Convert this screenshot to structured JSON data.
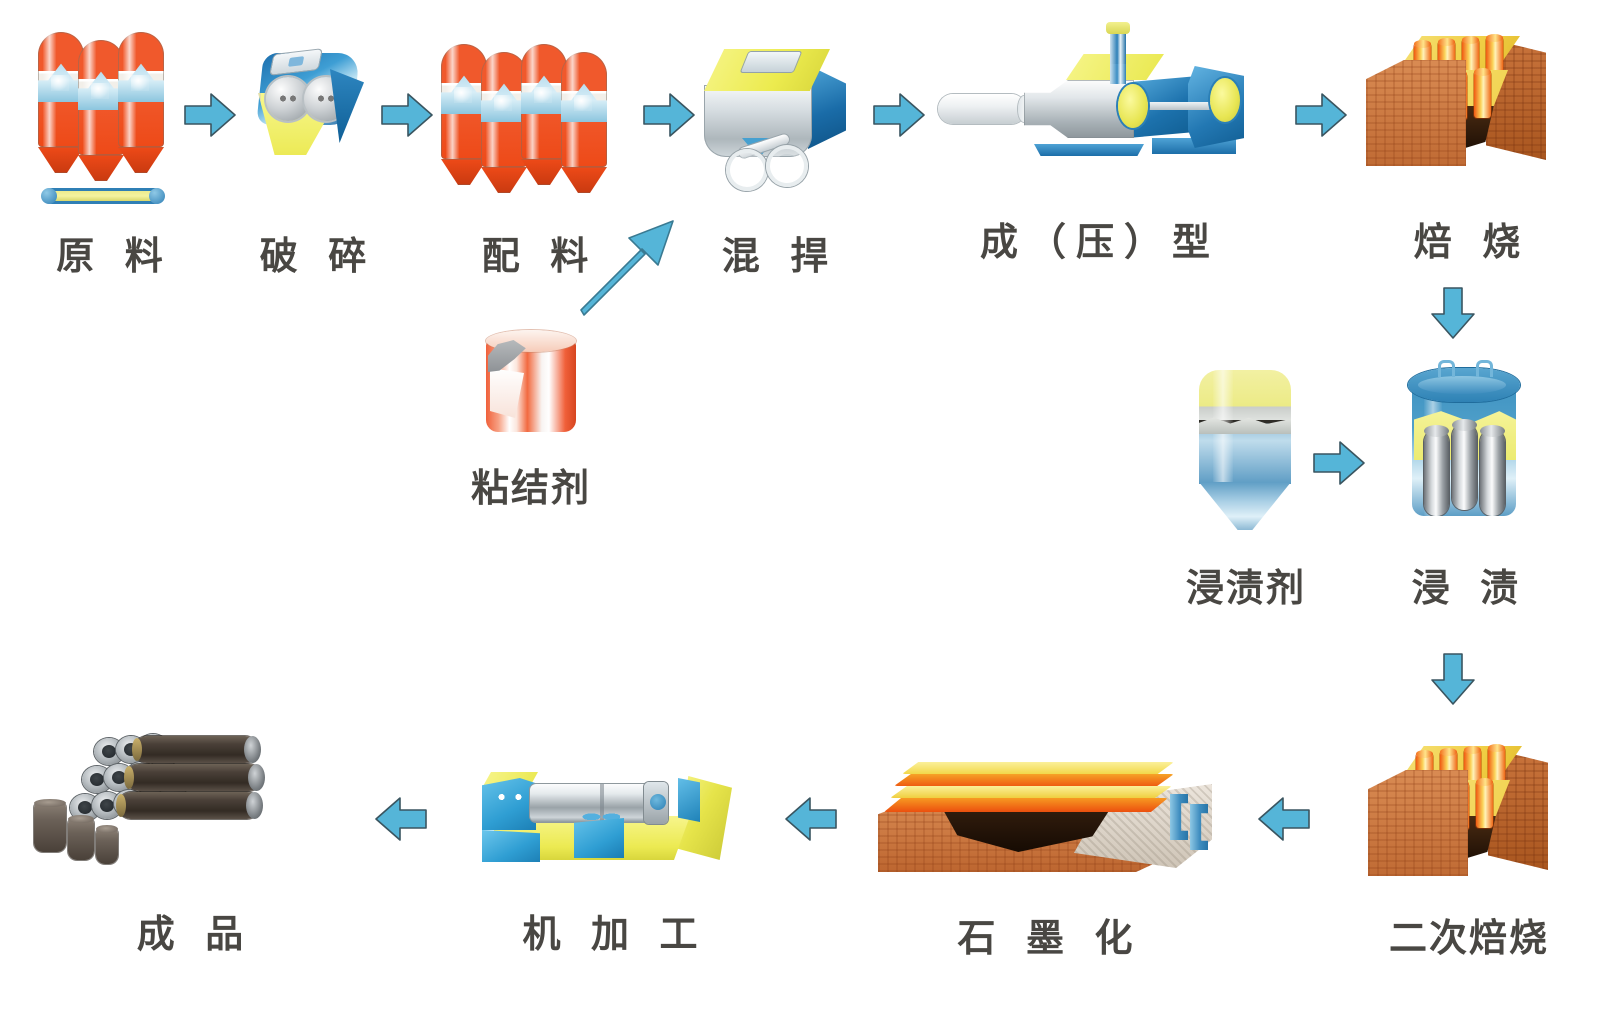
{
  "diagram": {
    "title": "",
    "type": "process-flow",
    "subject": "graphite electrode manufacturing process",
    "accent_color": "#55b5d8",
    "label_color": "#494743",
    "background": "#ffffff"
  },
  "nodes": [
    {
      "id": "raw-material",
      "label": "原 料",
      "icon": "silo-stack-icon"
    },
    {
      "id": "crushing",
      "label": "破 碎",
      "icon": "roll-crusher-icon"
    },
    {
      "id": "batching",
      "label": "配 料",
      "icon": "silo-bank-icon"
    },
    {
      "id": "kneading",
      "label": "混 捍",
      "icon": "kneader-icon"
    },
    {
      "id": "forming-pressing",
      "label": "成（压）型",
      "icon": "extrusion-press-icon"
    },
    {
      "id": "baking",
      "label": "焙 烧",
      "icon": "ring-kiln-icon"
    },
    {
      "id": "binder",
      "label": "粘结剂",
      "icon": "binder-drum-icon"
    },
    {
      "id": "impregnating-agent",
      "label": "浸渍剂",
      "icon": "pitch-tank-icon"
    },
    {
      "id": "impregnation",
      "label": "浸 渍",
      "icon": "impregnation-vessel-icon"
    },
    {
      "id": "rebaking",
      "label": "二次焙烧",
      "icon": "ring-kiln-icon"
    },
    {
      "id": "graphitization",
      "label": "石 墨 化",
      "icon": "graphitization-furnace-icon"
    },
    {
      "id": "machining",
      "label": "机 加 工",
      "icon": "lathe-icon"
    },
    {
      "id": "finished-product",
      "label": "成 品",
      "icon": "electrode-stack-icon"
    }
  ],
  "arrows": [
    {
      "id": "a1",
      "from": "raw-material",
      "to": "crushing",
      "direction": "right"
    },
    {
      "id": "a2",
      "from": "crushing",
      "to": "batching",
      "direction": "right"
    },
    {
      "id": "a3",
      "from": "batching",
      "to": "kneading",
      "direction": "right"
    },
    {
      "id": "a4",
      "from": "binder",
      "to": "kneading",
      "direction": "diagonal-up-right"
    },
    {
      "id": "a5",
      "from": "kneading",
      "to": "forming-pressing",
      "direction": "right"
    },
    {
      "id": "a6",
      "from": "forming-pressing",
      "to": "baking",
      "direction": "right"
    },
    {
      "id": "a7",
      "from": "baking",
      "to": "impregnation",
      "direction": "down"
    },
    {
      "id": "a8",
      "from": "impregnating-agent",
      "to": "impregnation",
      "direction": "right"
    },
    {
      "id": "a9",
      "from": "impregnation",
      "to": "rebaking",
      "direction": "down"
    },
    {
      "id": "a10",
      "from": "rebaking",
      "to": "graphitization",
      "direction": "left"
    },
    {
      "id": "a11",
      "from": "graphitization",
      "to": "machining",
      "direction": "left"
    },
    {
      "id": "a12",
      "from": "machining",
      "to": "finished-product",
      "direction": "left"
    }
  ]
}
